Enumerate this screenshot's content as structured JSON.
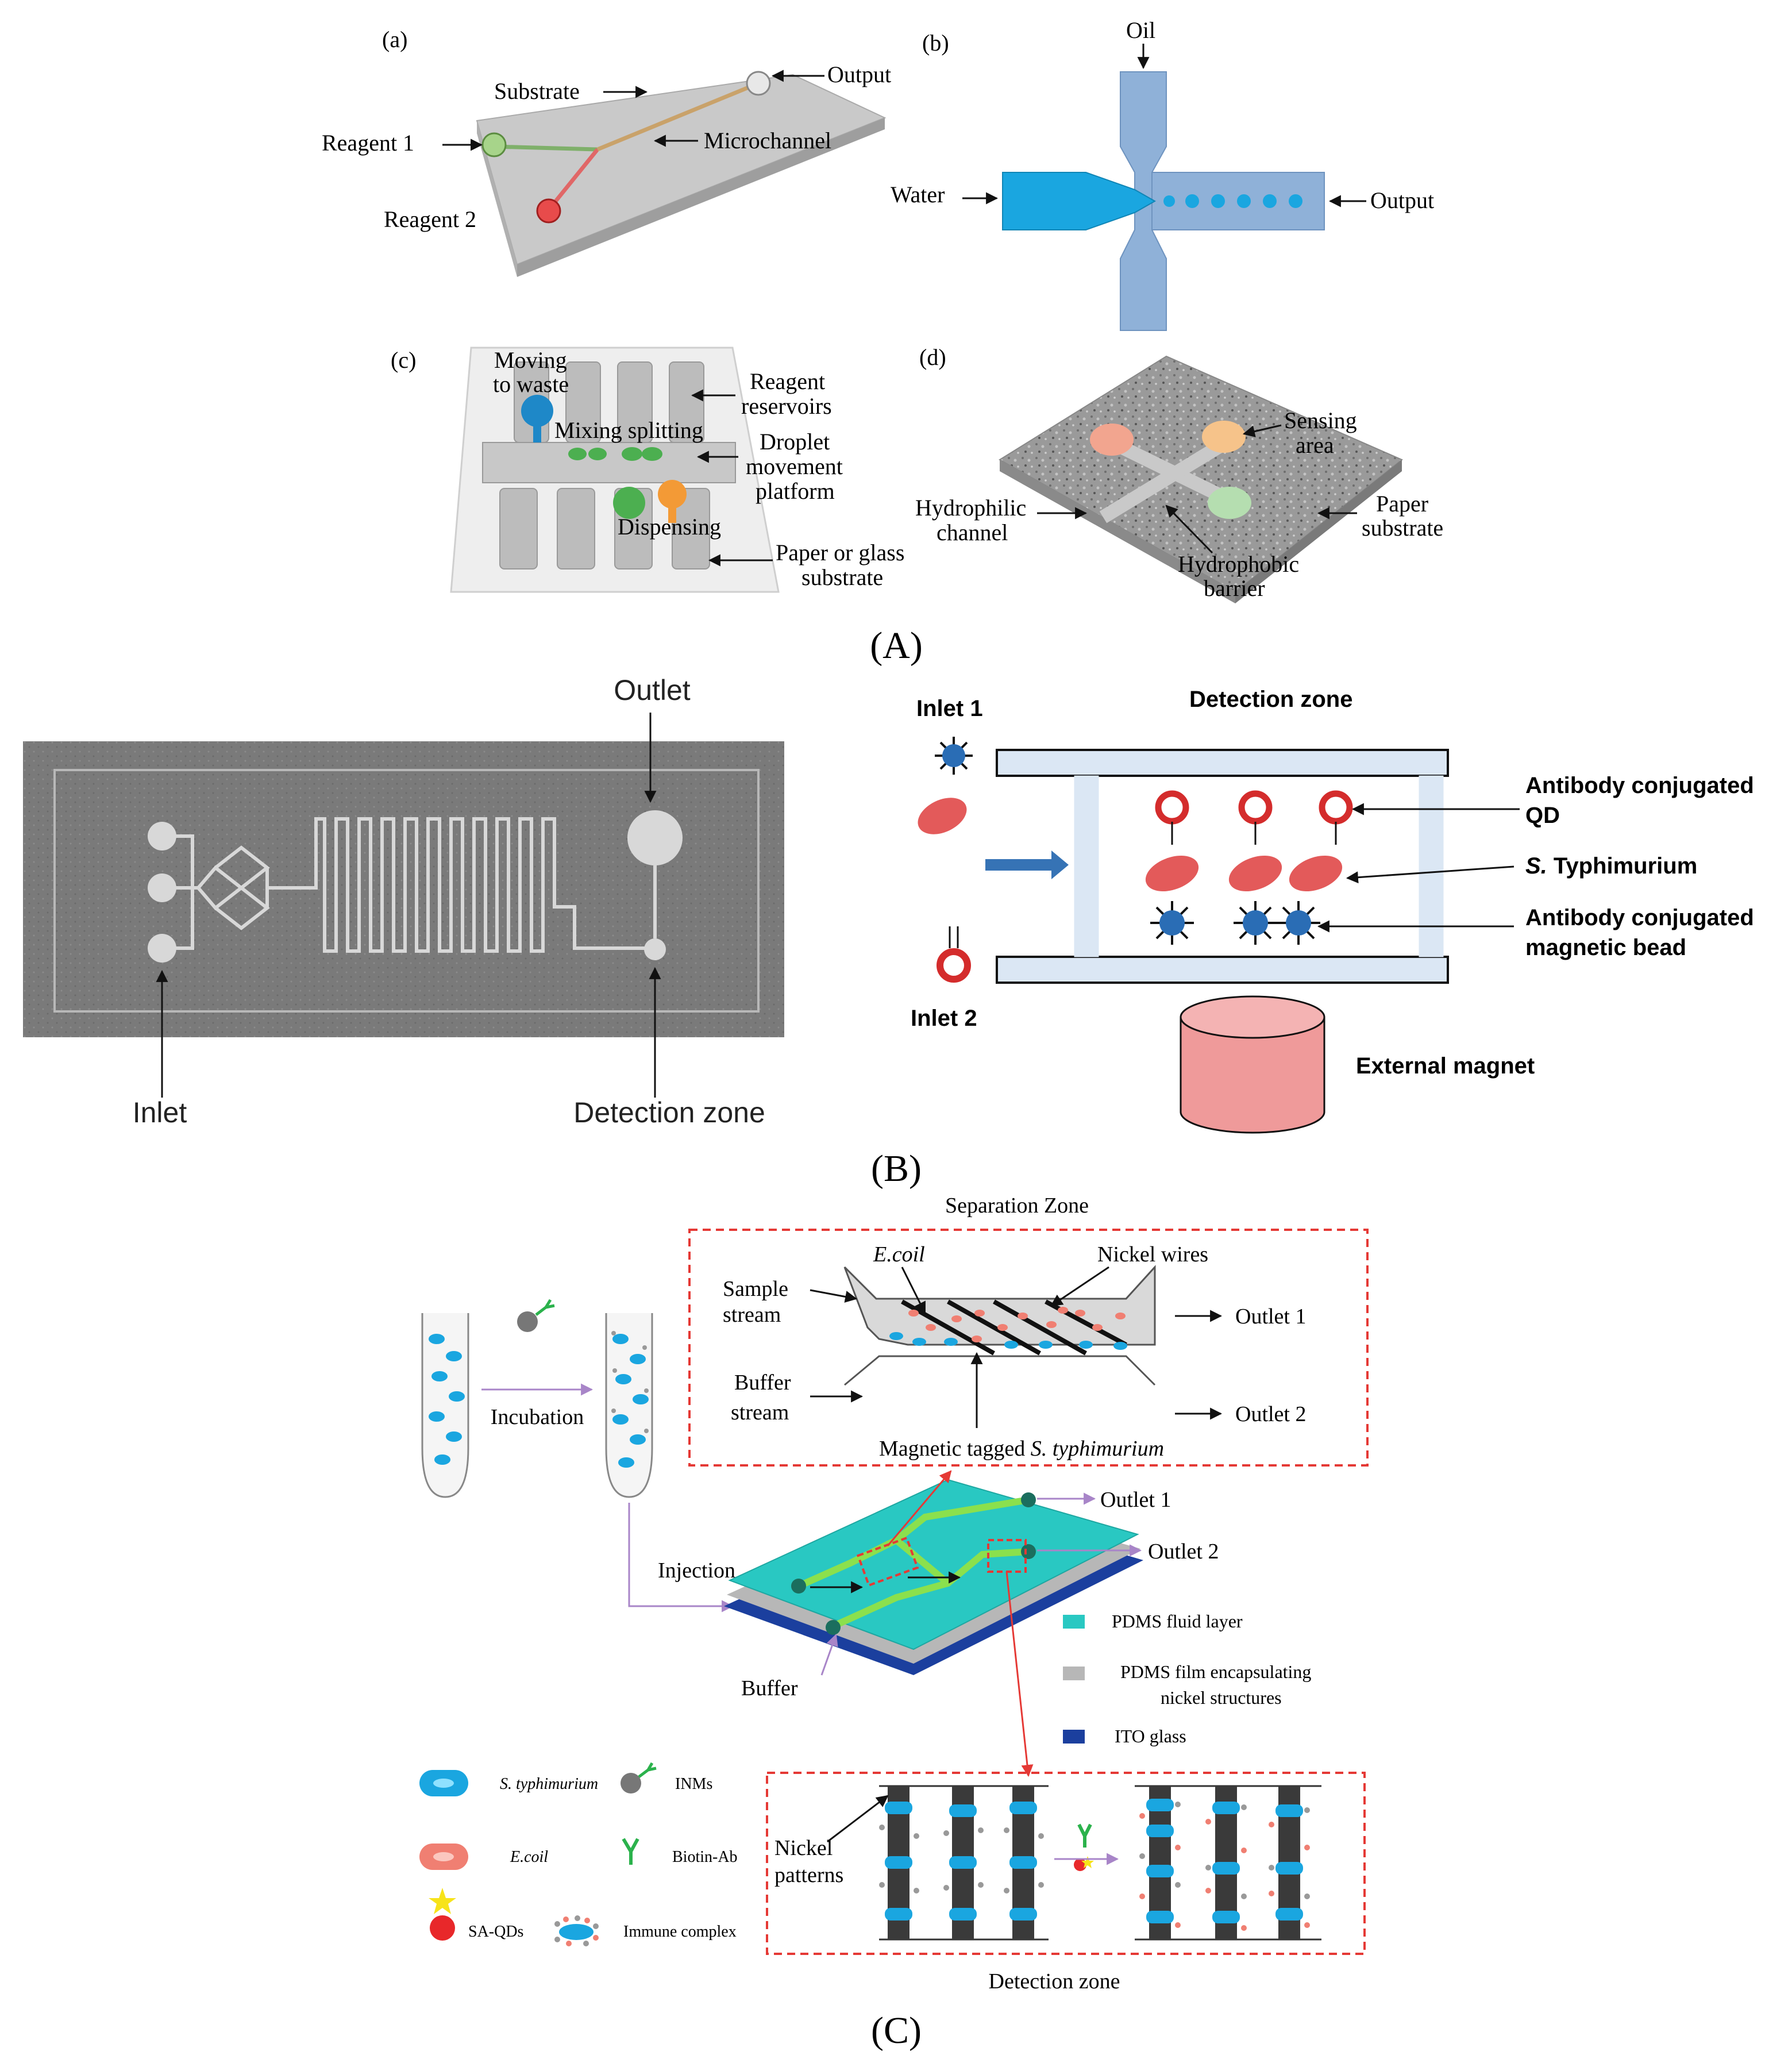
{
  "colors": {
    "cyan": "#1aa6e0",
    "chip_blue": "#8fb1d8",
    "pale_blue": "#dbe7f4",
    "red": "#e8282a",
    "salmon": "#f07f72",
    "magnet": "#ef9a9a",
    "green": "#79c243",
    "orange": "#f39a36",
    "teal": "#29c8c2",
    "navy": "#1b3f9e",
    "dashed_red": "#e53935",
    "arrow_purple": "#a885c8",
    "gray_chip": "#b7b7b7"
  },
  "panel_labels": {
    "A": "(A)",
    "B": "(B)",
    "C": "(C)"
  },
  "panelA": {
    "a": {
      "label": "(a)",
      "substrate": "Substrate",
      "output": "Output",
      "reagent1": "Reagent 1",
      "microchannel": "Microchannel",
      "reagent2": "Reagent 2"
    },
    "b": {
      "label": "(b)",
      "oil": "Oil",
      "water": "Water",
      "output": "Output"
    },
    "c": {
      "label": "(c)",
      "moving": [
        "Moving",
        "to waste"
      ],
      "reservoirs": [
        "Reagent",
        "reservoirs"
      ],
      "mixing": "Mixing splitting",
      "droplet": [
        "Droplet",
        "movement",
        "platform"
      ],
      "dispensing": "Dispensing",
      "substrate": [
        "Paper or glass",
        "substrate"
      ]
    },
    "d": {
      "label": "(d)",
      "sensing": [
        "Sensing",
        "area"
      ],
      "hydrophilic": [
        "Hydrophilic",
        "channel"
      ],
      "paper": [
        "Paper",
        "substrate"
      ],
      "hydrophobic": [
        "Hydrophobic",
        "barrier"
      ]
    }
  },
  "panelB": {
    "outlet": "Outlet",
    "inlet": "Inlet",
    "detection_zone": "Detection zone",
    "inlet1": "Inlet 1",
    "inlet2": "Inlet 2",
    "detection_zone_title": "Detection zone",
    "antibody_qd": [
      "Antibody conjugated",
      "QD"
    ],
    "s_typh_italic": "S.",
    "s_typh_rest": " Typhimurium",
    "antibody_bead": [
      "Antibody conjugated",
      "magnetic bead"
    ],
    "external_magnet": "External magnet"
  },
  "panelC": {
    "separation_zone": "Separation Zone",
    "ecoil_top": "E.coil",
    "nickel_wires": "Nickel wires",
    "sample_stream": [
      "Sample",
      "stream"
    ],
    "buffer_stream": [
      "Buffer",
      "stream"
    ],
    "outlet1": "Outlet 1",
    "outlet2": "Outlet 2",
    "magnetic_tagged": "Magnetic tagged ",
    "magnetic_tagged_italic": "S. typhimurium",
    "incubation": "Incubation",
    "injection": "Injection",
    "buffer": "Buffer",
    "chip_outlet1": "Outlet 1",
    "chip_outlet2": "Outlet 2",
    "legend_pdms_fluid": "PDMS fluid layer",
    "legend_pdms_film": [
      "PDMS film encapsulating",
      "nickel structures"
    ],
    "legend_ito": "ITO glass",
    "legend_s_typh": "S. typhimurium",
    "legend_inms": "INMs",
    "legend_ecoil": "E.coil",
    "legend_biotin": "Biotin-Ab",
    "legend_saqds": "SA-QDs",
    "legend_immune": "Immune complex",
    "nickel_patterns": [
      "Nickel",
      "patterns"
    ],
    "detection_zone": "Detection zone"
  }
}
